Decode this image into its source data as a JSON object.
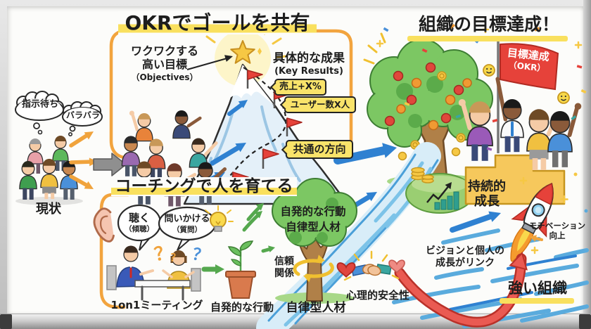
{
  "board": {
    "okr_section": {
      "title": "OKRでゴールを共有",
      "objectives_line1": "ワクワクする",
      "objectives_line2": "高い目標",
      "objectives_sub": "（Objectives）",
      "key_results_title": "具体的な成果",
      "key_results_sub": "(Key Results)",
      "kr_box1": "売上+X%",
      "kr_box2": "ユーザー数X人",
      "kr_box3": "共通の方向"
    },
    "current_state": {
      "thought1": "指示待ち",
      "thought2": "バラバラ",
      "label": "現状"
    },
    "coaching_section": {
      "title": "コーチングで人を育てる",
      "listen": "聴く",
      "listen_sub": "（傾聴）",
      "ask": "問いかける",
      "ask_sub": "（質問）",
      "question_marks": [
        "？",
        "？",
        "？"
      ],
      "meeting_label": "1on1ミーティング",
      "action_label": "自発的な行動",
      "tree_label_line1": "自発的な行動",
      "tree_label_line2": "自律型人材",
      "trust_line1": "信頼",
      "trust_line2": "関係",
      "autonomy_label": "自律型人材",
      "safety_label": "心理的安全性"
    },
    "outcome_section": {
      "title": "組織の目標達成！",
      "flag_line1": "目標達成",
      "flag_line2": "（OKR）",
      "growth_line1": "持続的",
      "growth_line2": "成長",
      "motivation_line1": "モチベーション",
      "motivation_line2": "向上",
      "vision_line1": "ビジョンと個人の",
      "vision_line2": "成長がリンク",
      "strong_label": "強い組織"
    },
    "colors": {
      "accent_orange": "#f2a43e",
      "highlight_yellow": "#f9e05e",
      "arrow_blue": "#2f81d1",
      "flag_red": "#e6423a"
    }
  }
}
